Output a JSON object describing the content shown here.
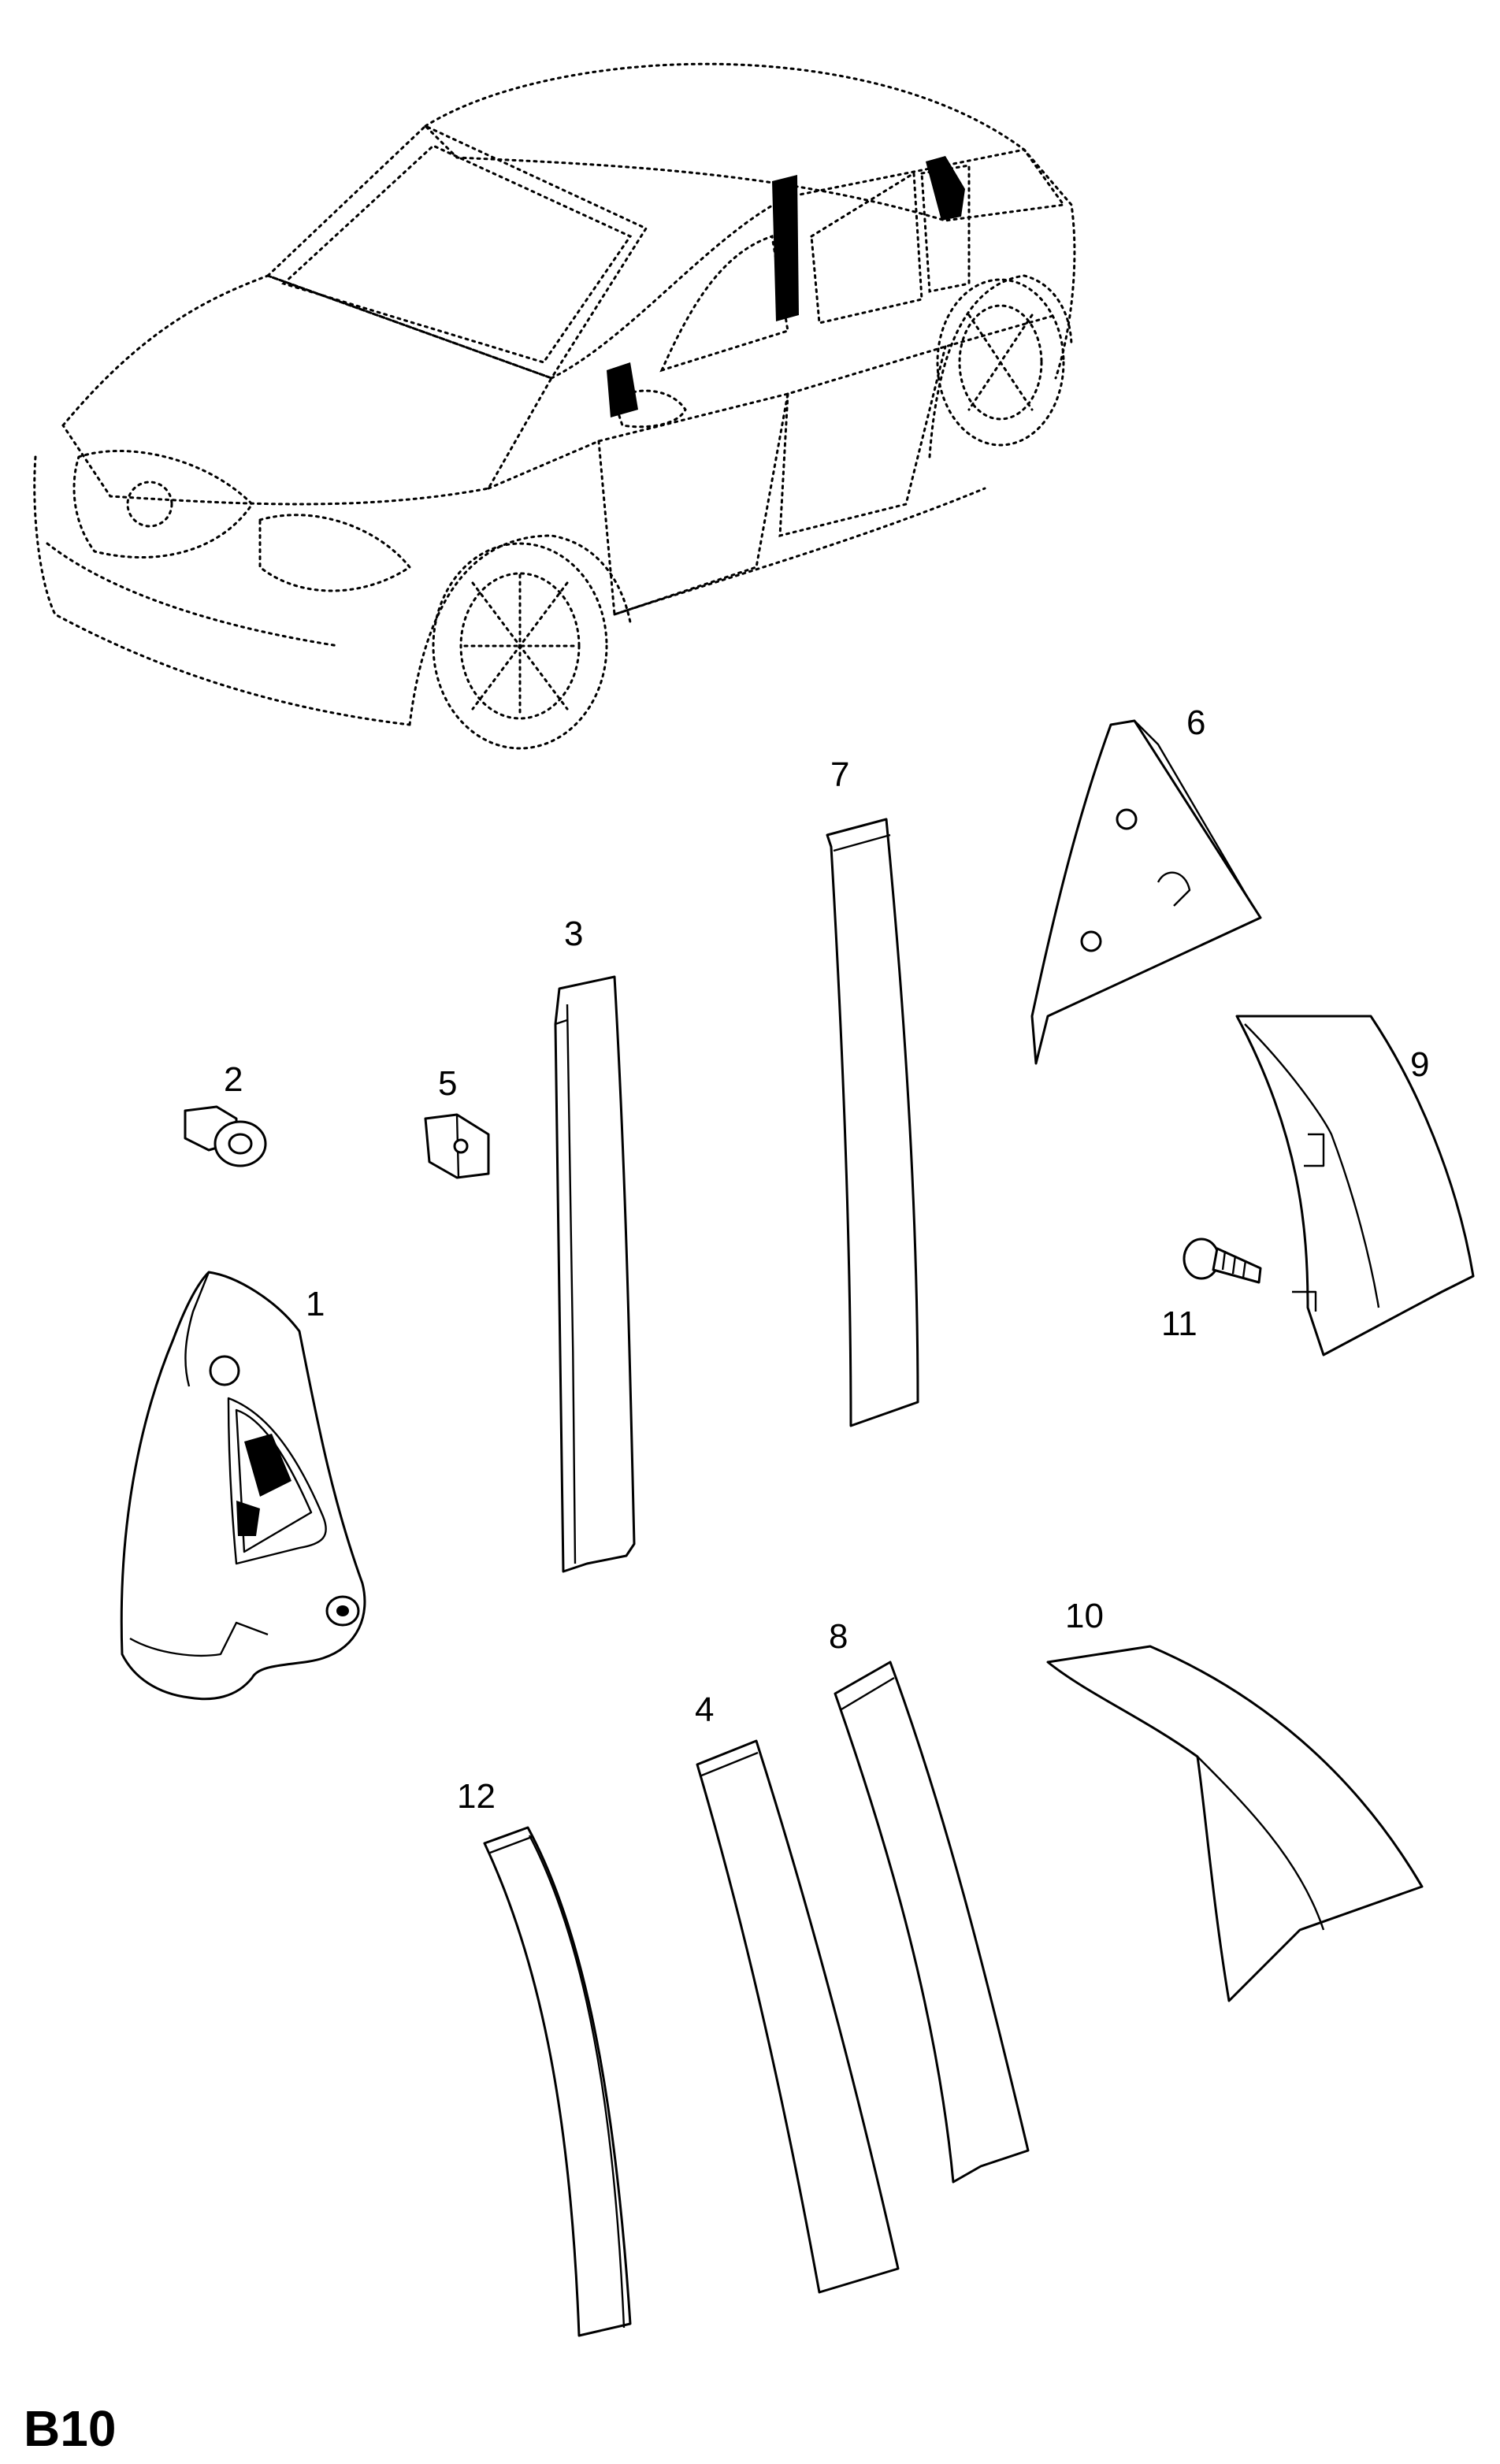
{
  "diagram_code": "B10",
  "callouts": [
    "1",
    "2",
    "3",
    "4",
    "5",
    "6",
    "7",
    "8",
    "9",
    "10",
    "11",
    "12"
  ]
}
